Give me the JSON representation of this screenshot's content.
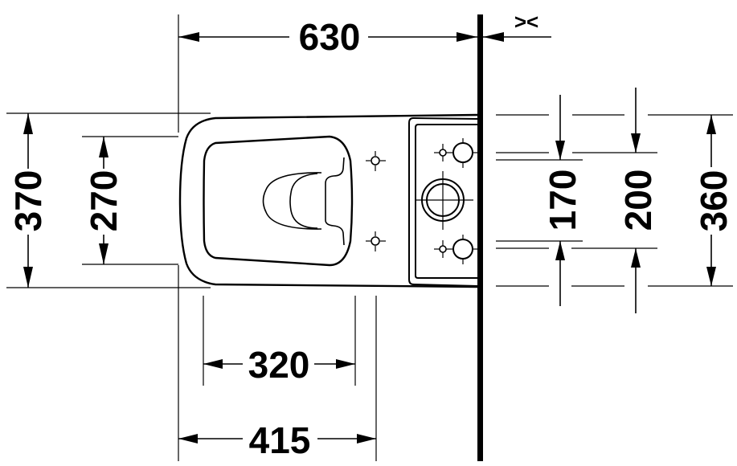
{
  "drawing": {
    "title": "Toilet top view dimension drawing",
    "colors": {
      "line": "#000000",
      "background": "#ffffff"
    },
    "dimensions": {
      "overall_depth": "630",
      "wall_gap_symbol": "><",
      "outer_width": "370",
      "inner_width": "270",
      "fixing_spacing_170": "170",
      "fixing_spacing_200": "200",
      "tank_width": "360",
      "seat_fixing_depth": "320",
      "pan_front_depth": "415"
    }
  }
}
